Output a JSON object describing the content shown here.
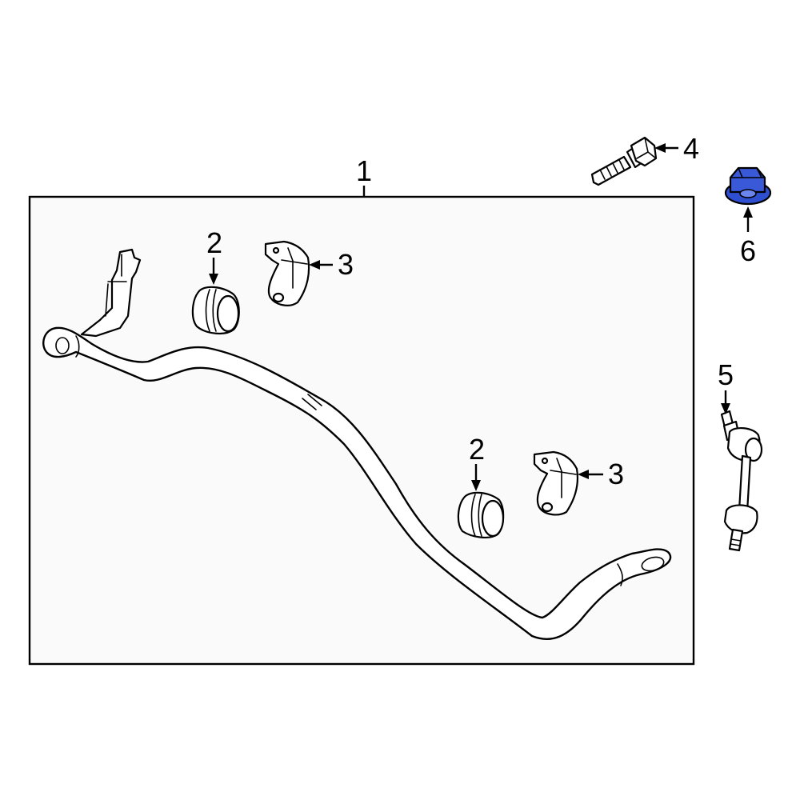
{
  "callouts": {
    "assembly": "1",
    "bushing_upper": "2",
    "bushing_lower": "2",
    "bracket_upper": "3",
    "bracket_lower": "3",
    "bolt": "4",
    "link": "5",
    "nut": "6"
  },
  "colors": {
    "background": "#ffffff",
    "panel": "#fafafa",
    "line": "#000000",
    "highlight": "#2f4fd1",
    "highlight_light": "#5570e8"
  },
  "highlighted_part": "6"
}
